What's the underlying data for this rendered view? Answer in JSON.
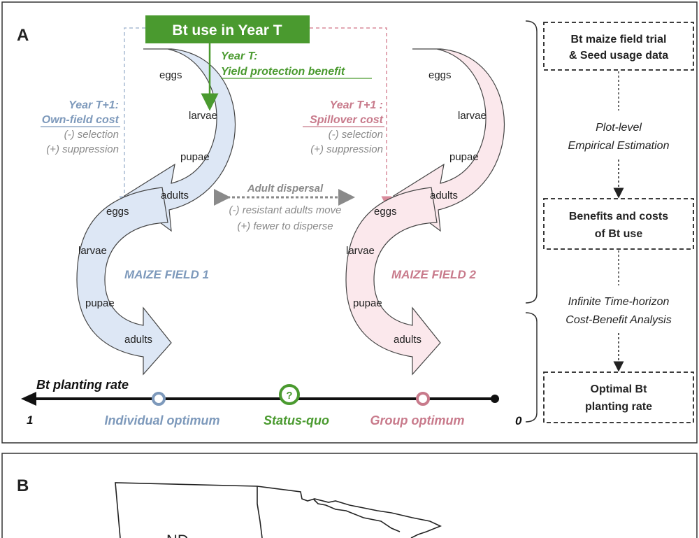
{
  "panel_a": {
    "label": "A",
    "top_box": "Bt use in Year T",
    "year_t": {
      "line1": "Year T:",
      "line2": "Yield protection benefit"
    },
    "own_field": {
      "line1": "Year T+1:",
      "line2": "Own-field  cost",
      "line3": "(-) selection",
      "line4": "(+) suppression"
    },
    "spillover": {
      "line1": "Year T+1 :",
      "line2": "Spillover cost",
      "line3": "(-) selection",
      "line4": "(+) suppression"
    },
    "dispersal": {
      "title": "Adult dispersal",
      "line1": "(-) resistant adults move",
      "line2": "(+) fewer to disperse"
    },
    "field1": {
      "name": "MAIZE FIELD 1",
      "stages": [
        "eggs",
        "larvae",
        "pupae",
        "adults",
        "eggs",
        "larvae",
        "pupae",
        "adults"
      ]
    },
    "field2": {
      "name": "MAIZE FIELD 2",
      "stages": [
        "eggs",
        "larvae",
        "pupae",
        "adults",
        "eggs",
        "larvae",
        "pupae",
        "adults"
      ]
    },
    "axis": {
      "title": "Bt planting rate",
      "left_value": "1",
      "right_value": "0",
      "status_symbol": "?",
      "individual": "Individual optimum",
      "status_quo": "Status-quo",
      "group": "Group optimum"
    },
    "flow": {
      "box1": [
        "Bt maize field trial",
        "& Seed usage data"
      ],
      "step1": [
        "Plot-level",
        "Empirical Estimation"
      ],
      "box2": [
        "Benefits and costs",
        "of Bt use"
      ],
      "step2": [
        "Infinite Time-horizon",
        "Cost-Benefit Analysis"
      ],
      "box3": [
        "Optimal Bt",
        "planting rate"
      ]
    }
  },
  "panel_b": {
    "label": "B",
    "state_label": "ND"
  },
  "colors": {
    "green": "#4a9a2f",
    "blue": "#7d99bb",
    "pink": "#c87a8b",
    "field1_fill": "#dde7f5",
    "field2_fill": "#fbe8ec",
    "gray_text": "#8a8a8a"
  }
}
